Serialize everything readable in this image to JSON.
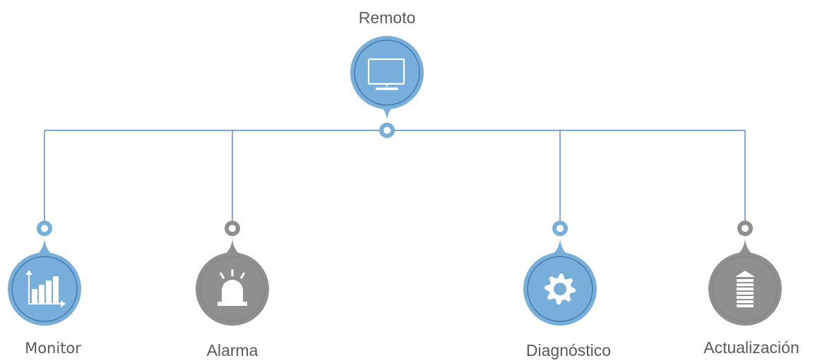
{
  "colors": {
    "blue": "#78afda",
    "blue_ring": "#6ba3d3",
    "blue_outline": "#3e72a5",
    "gray": "#8f8f8f",
    "gray_ring": "#848484",
    "line": "#3b6ea5",
    "label": "#595959"
  },
  "root": {
    "label": "Remoto",
    "icon": "monitor-screen-icon",
    "tone": "blue"
  },
  "children": [
    {
      "label": "Monitor",
      "icon": "bar-chart-icon",
      "tone": "blue"
    },
    {
      "label": "Alarma",
      "icon": "alarm-beacon-icon",
      "tone": "gray"
    },
    {
      "label": "Diagnóstico",
      "icon": "gear-icon",
      "tone": "blue"
    },
    {
      "label": "Actualización",
      "icon": "upgrade-stack-icon",
      "tone": "gray"
    }
  ]
}
